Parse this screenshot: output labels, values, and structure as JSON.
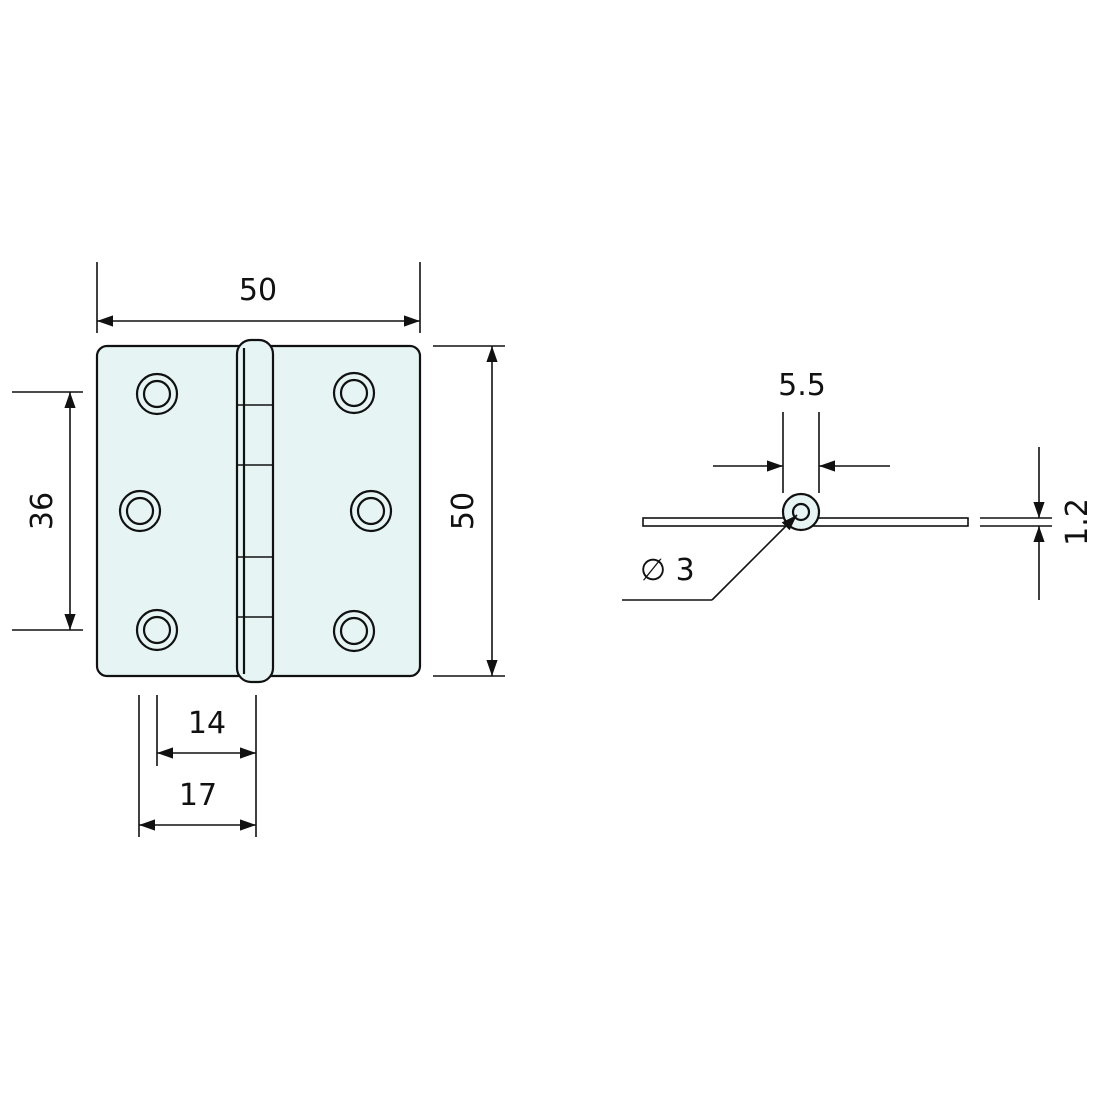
{
  "drawing": {
    "colors": {
      "plate_fill": "#e6f4f4",
      "line": "#111111",
      "background": "#ffffff"
    },
    "front_view": {
      "width_label": "50",
      "height_label": "50",
      "hole_spacing_label": "36",
      "inner_offset_label": "14",
      "outer_offset_label": "17"
    },
    "side_view": {
      "knuckle_width_label": "5.5",
      "pin_diameter_label": "∅ 3",
      "thickness_label": "1.2"
    }
  }
}
